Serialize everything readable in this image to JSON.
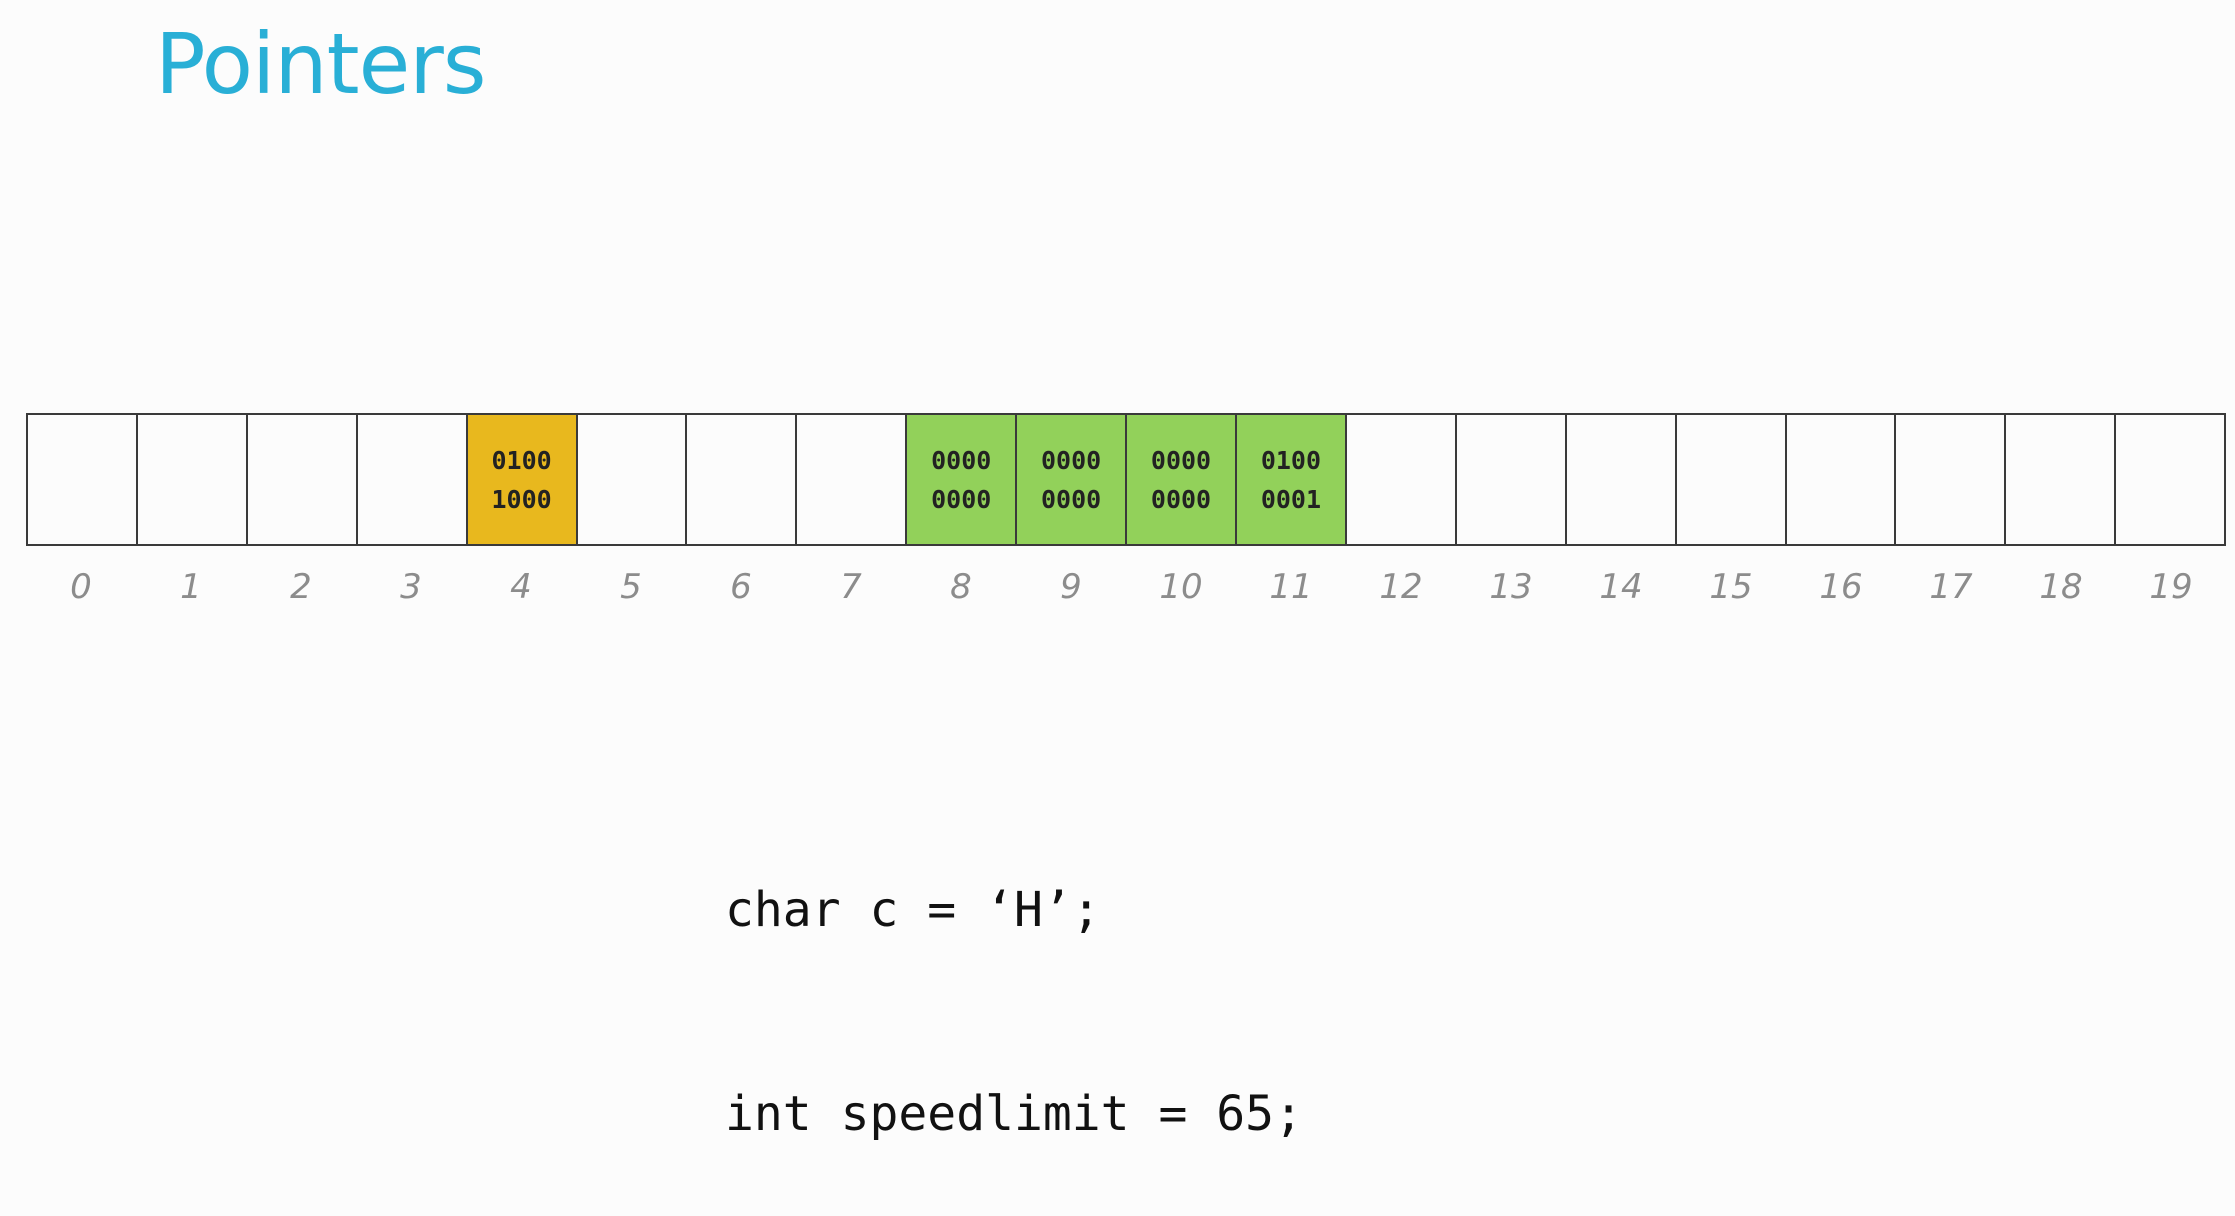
{
  "title": "Pointers",
  "memory": {
    "cells": [
      {
        "address": "0",
        "byte": [],
        "kind": "empty"
      },
      {
        "address": "1",
        "byte": [],
        "kind": "empty"
      },
      {
        "address": "2",
        "byte": [],
        "kind": "empty"
      },
      {
        "address": "3",
        "byte": [],
        "kind": "empty"
      },
      {
        "address": "4",
        "byte": [
          "0100",
          "1000"
        ],
        "kind": "char"
      },
      {
        "address": "5",
        "byte": [],
        "kind": "empty"
      },
      {
        "address": "6",
        "byte": [],
        "kind": "empty"
      },
      {
        "address": "7",
        "byte": [],
        "kind": "empty"
      },
      {
        "address": "8",
        "byte": [
          "0000",
          "0000"
        ],
        "kind": "int"
      },
      {
        "address": "9",
        "byte": [
          "0000",
          "0000"
        ],
        "kind": "int"
      },
      {
        "address": "10",
        "byte": [
          "0000",
          "0000"
        ],
        "kind": "int"
      },
      {
        "address": "11",
        "byte": [
          "0100",
          "0001"
        ],
        "kind": "int"
      },
      {
        "address": "12",
        "byte": [],
        "kind": "empty"
      },
      {
        "address": "13",
        "byte": [],
        "kind": "empty"
      },
      {
        "address": "14",
        "byte": [],
        "kind": "empty"
      },
      {
        "address": "15",
        "byte": [],
        "kind": "empty"
      },
      {
        "address": "16",
        "byte": [],
        "kind": "empty"
      },
      {
        "address": "17",
        "byte": [],
        "kind": "empty"
      },
      {
        "address": "18",
        "byte": [],
        "kind": "empty"
      },
      {
        "address": "19",
        "byte": [],
        "kind": "empty"
      }
    ]
  },
  "colors": {
    "title": "#29afd6",
    "char_cell": "#e8b81e",
    "int_cell": "#92d15a",
    "empty_cell": "#fcfcfc",
    "address": "#8c8c8c"
  },
  "code": {
    "lines": [
      "char c = ‘H’;",
      "int speedlimit = 65;"
    ]
  }
}
